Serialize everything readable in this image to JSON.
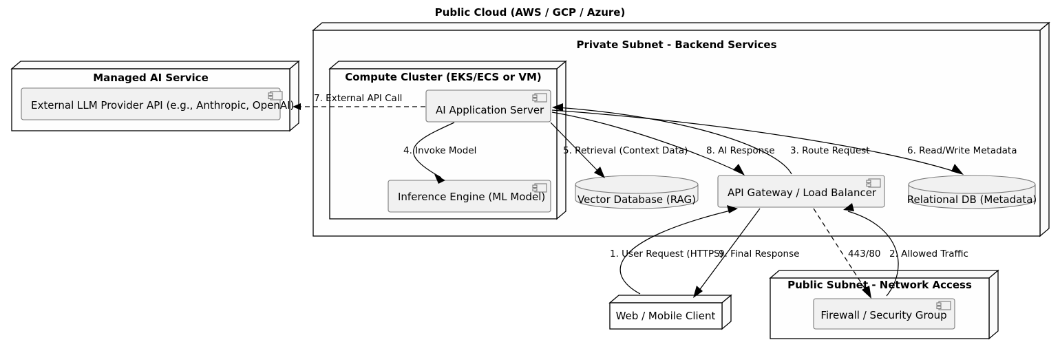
{
  "diagram": {
    "title": "Public Cloud (AWS / GCP / Azure)",
    "kind": "uml-deployment-diagram"
  },
  "colors": {
    "component_fill": "#f1f1f1",
    "component_stroke": "#7a7a7a",
    "node_fill": "#fefefe",
    "node_stroke": "#000000",
    "edge_stroke": "#000000",
    "background": "#ffffff"
  },
  "nodes": {
    "managed_ai_service": {
      "label": "Managed AI Service",
      "type": "node-3d",
      "children": [
        "external_llm_provider"
      ]
    },
    "private_subnet": {
      "label": "Private Subnet - Backend Services",
      "type": "node-3d"
    },
    "compute_cluster": {
      "label": "Compute Cluster (EKS/ECS or VM)",
      "type": "node-3d"
    },
    "public_subnet": {
      "label": "Public Subnet - Network Access",
      "type": "node-3d"
    },
    "web_mobile_client": {
      "label": "Web / Mobile Client",
      "type": "node-3d"
    }
  },
  "components": {
    "external_llm_provider": {
      "label": "External LLM Provider API (e.g., Anthropic, OpenAI)",
      "type": "component"
    },
    "ai_application_server": {
      "label": "AI Application Server",
      "type": "component"
    },
    "inference_engine": {
      "label": "Inference Engine (ML Model)",
      "type": "component"
    },
    "api_gateway": {
      "label": "API Gateway / Load Balancer",
      "type": "component"
    },
    "firewall": {
      "label": "Firewall / Security Group",
      "type": "component"
    }
  },
  "databases": {
    "vector_database": {
      "label": "Vector Database (RAG)",
      "type": "database-cylinder"
    },
    "relational_db": {
      "label": "Relational DB (Metadata)",
      "type": "database-cylinder"
    }
  },
  "edges": [
    {
      "id": "e1",
      "label": "1. User Request (HTTPS)",
      "from": "web_mobile_client",
      "to": "api_gateway",
      "style": "solid"
    },
    {
      "id": "e2",
      "label": "2. Allowed Traffic",
      "from": "firewall",
      "to": "api_gateway",
      "style": "solid"
    },
    {
      "id": "e3",
      "label": "3. Route Request",
      "from": "api_gateway",
      "to": "ai_application_server",
      "style": "solid"
    },
    {
      "id": "e4",
      "label": "4. Invoke Model",
      "from": "ai_application_server",
      "to": "inference_engine",
      "style": "solid"
    },
    {
      "id": "e5",
      "label": "5. Retrieval (Context Data)",
      "from": "ai_application_server",
      "to": "vector_database",
      "style": "solid"
    },
    {
      "id": "e6",
      "label": "6. Read/Write Metadata",
      "from": "ai_application_server",
      "to": "relational_db",
      "style": "solid"
    },
    {
      "id": "e7",
      "label": "7. External API Call",
      "from": "ai_application_server",
      "to": "external_llm_provider",
      "style": "dashed"
    },
    {
      "id": "e8",
      "label": "8. AI Response",
      "from": "ai_application_server",
      "to": "api_gateway",
      "style": "solid"
    },
    {
      "id": "e9",
      "label": "9. Final Response",
      "from": "api_gateway",
      "to": "web_mobile_client",
      "style": "solid"
    },
    {
      "id": "e10",
      "label": "443/80",
      "from": "api_gateway",
      "to": "firewall",
      "style": "dashed"
    }
  ]
}
